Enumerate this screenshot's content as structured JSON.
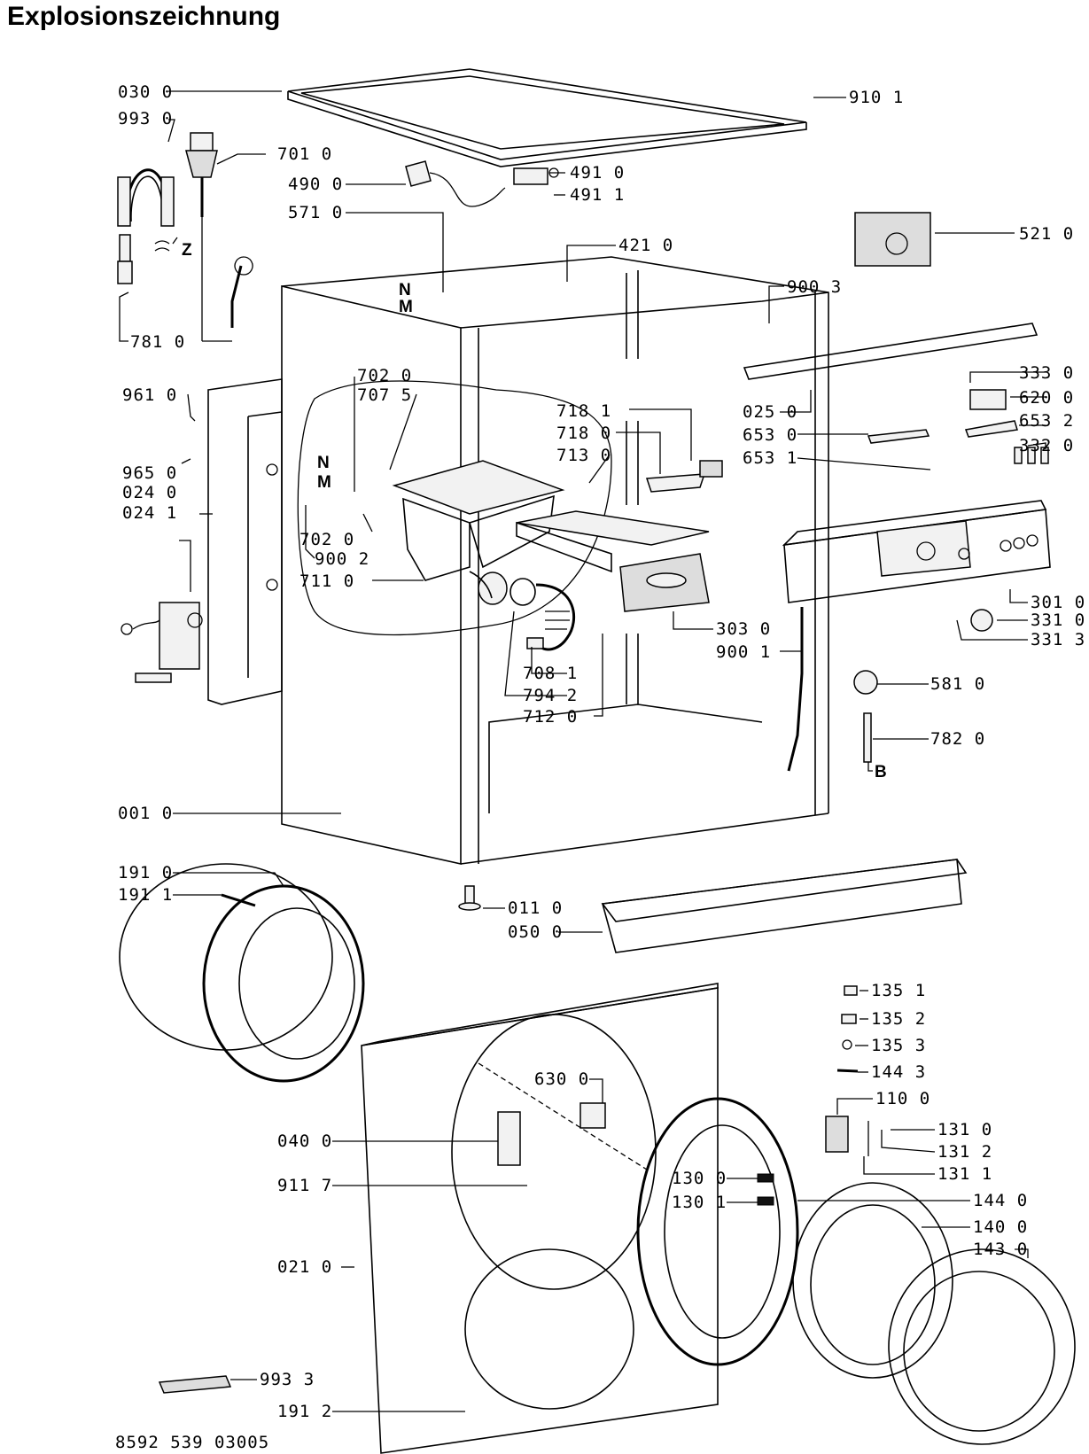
{
  "title": "Explosionszeichnung",
  "drawing_number": "8592 539 03005",
  "part_labels": [
    "030 0",
    "993 0",
    "701 0",
    "490 0",
    "491 0",
    "491 1",
    "571 0",
    "781 0",
    "910 1",
    "521 0",
    "421 0",
    "900 3",
    "961 0",
    "702 0",
    "707 5",
    "965 0",
    "024 0",
    "024 1",
    "702 0",
    "900 2",
    "711 0",
    "718 1",
    "718 0",
    "713 0",
    "333 0",
    "620 0",
    "653 2",
    "332 0",
    "025 0",
    "653 0",
    "653 1",
    "301 0",
    "331 0",
    "331 3",
    "303 0",
    "900 1",
    "708 1",
    "794 2",
    "712 0",
    "581 0",
    "782 0",
    "001 0",
    "191 0",
    "191 1",
    "011 0",
    "050 0",
    "135 1",
    "135 2",
    "135 3",
    "144 3",
    "110 0",
    "630 0",
    "040 0",
    "131 0",
    "131 2",
    "131 1",
    "911 7",
    "130 0",
    "130 1",
    "144 0",
    "140 0",
    "143 0",
    "021 0",
    "191 2",
    "993 3"
  ],
  "markers": [
    "Z",
    "N",
    "M",
    "N",
    "M",
    "B"
  ]
}
